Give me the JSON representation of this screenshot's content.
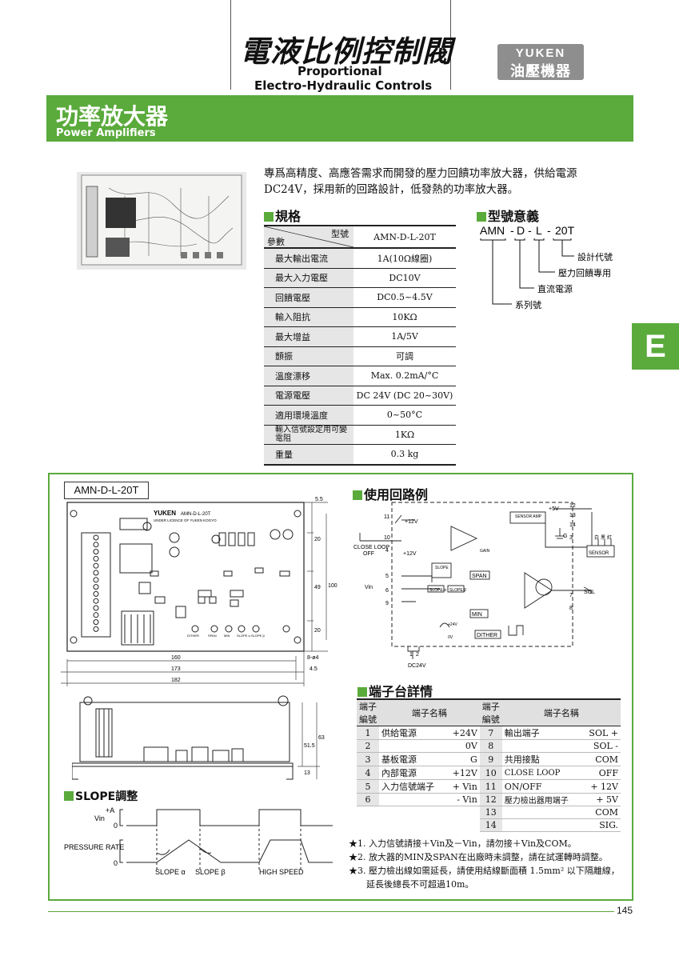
{
  "header": {
    "title_zh": "電液比例控制閥",
    "title_en_1": "Proportional",
    "title_en_2": "Electro-Hydraulic Controls",
    "logo_top": "YUKEN",
    "logo_bottom": "油壓機器"
  },
  "banner": {
    "title_zh": "功率放大器",
    "title_en": "Power Amplifiers"
  },
  "side_tab": "E",
  "intro": "專爲高精度、高應答需求而開發的壓力回饋功率放大器，供給電源DC24V，採用新的回路設計，低發熱的功率放大器。",
  "spec": {
    "heading": "規格",
    "header_param": "參數",
    "header_model": "型號",
    "header_value": "AMN-D-L-20T",
    "rows": [
      {
        "label": "最大輸出電流",
        "value": "1A(10Ω線圈)"
      },
      {
        "label": "最大入力電壓",
        "value": "DC10V"
      },
      {
        "label": "回饋電壓",
        "value": "DC0.5~4.5V"
      },
      {
        "label": "輸入阻抗",
        "value": "10KΩ"
      },
      {
        "label": "最大增益",
        "value": "1A/5V"
      },
      {
        "label": "顫振",
        "value": "可調"
      },
      {
        "label": "溫度漂移",
        "value": "Max. 0.2mA/°C"
      },
      {
        "label": "電源電壓",
        "value": "DC 24V (DC 20~30V)"
      },
      {
        "label": "適用環境溫度",
        "value": "0~50°C"
      },
      {
        "label": "輸入信號設定用可變電阻",
        "value": "1KΩ"
      },
      {
        "label": "重量",
        "value": "0.3 kg"
      }
    ]
  },
  "model_code": {
    "heading": "型號意義",
    "code_parts": [
      "AMN",
      "-",
      "D",
      "-",
      "L",
      "-",
      "20T"
    ],
    "labels": [
      "設計代號",
      "壓力回饋專用",
      "直流電源",
      "系列號"
    ]
  },
  "drawing": {
    "model": "AMN-D-L-20T",
    "dims": [
      "160",
      "173",
      "182",
      "8-ø4",
      "4.5",
      "5.5",
      "20",
      "49",
      "100",
      "20",
      "63",
      "51.5",
      "13"
    ],
    "board_brand": "YUKEN",
    "board_model": "AMN-D-L-20T",
    "board_sub": "UNDER LICENCE OF YUKEN KOGYO",
    "pot_labels": [
      "DITHER",
      "SPAN",
      "MIN",
      "SLOPE α",
      "SLOPE β"
    ]
  },
  "circuit": {
    "heading": "使用回路例",
    "labels": {
      "plus12v_a": "+12V",
      "plus12v_b": "+12V",
      "close_loop": "CLOSE LOOP",
      "off": "OFF",
      "gain": "GAIN",
      "slope": "SLOPE",
      "vin": "Vin",
      "span": "SPAN",
      "min": "MIN",
      "dither": "DITHER",
      "plus24v": "+24V",
      "zero_v": "0V",
      "dc24v": "DC24V",
      "sensor_amp": "SENSOR AMP",
      "plus5v": "+5V",
      "g": "G",
      "sol": "SOL",
      "sensor": "SENSOR",
      "wire_white": "白",
      "wire_black": "黑",
      "wire_red": "紅",
      "slope_a": "SLOPE α",
      "slope_b": "SLOPE β"
    },
    "terminals": [
      "11",
      "10",
      "4",
      "5",
      "6",
      "9",
      "1",
      "2",
      "12",
      "13",
      "14",
      "3",
      "7",
      "8"
    ]
  },
  "terminal_table": {
    "heading": "端子台詳情",
    "h_no": "端子編號",
    "h_name": "端子名稱",
    "left": [
      {
        "no": "1",
        "group": "供給電源",
        "sig": "+24V"
      },
      {
        "no": "2",
        "group": "",
        "sig": "0V"
      },
      {
        "no": "3",
        "group": "基板電源",
        "sig": "G"
      },
      {
        "no": "4",
        "group": "內部電源",
        "sig": "+12V"
      },
      {
        "no": "5",
        "group": "入力信號端子",
        "sig": "+ Vin"
      },
      {
        "no": "6",
        "group": "",
        "sig": "- Vin"
      }
    ],
    "right": [
      {
        "no": "7",
        "group": "輸出端子",
        "sig": "SOL +"
      },
      {
        "no": "8",
        "group": "",
        "sig": "SOL -"
      },
      {
        "no": "9",
        "group": "共用接點",
        "sig": "COM"
      },
      {
        "no": "10",
        "group": "CLOSE LOOP",
        "sig": "OFF"
      },
      {
        "no": "11",
        "group": "ON/OFF",
        "sig": "+ 12V"
      },
      {
        "no": "12",
        "group": "壓力檢出器用端子",
        "sig": "+ 5V"
      },
      {
        "no": "13",
        "group": "",
        "sig": "COM"
      },
      {
        "no": "14",
        "group": "",
        "sig": "SIG."
      }
    ]
  },
  "slope": {
    "heading": "SLOPE調整",
    "plus_a": "+A",
    "vin": "Vin",
    "zero_1": "0",
    "zero_2": "0",
    "pressure_rate": "PRESSURE RATE",
    "slope_a": "SLOPE α",
    "slope_b": "SLOPE β",
    "high_speed": "HIGH SPEED"
  },
  "notes": [
    "★1. 入力信號請接＋Vin及－Vin，請勿接＋Vin及COM。",
    "★2. 放大器的MIN及SPAN在出廠時未調整，請在試運轉時調整。",
    "★3. 壓力檢出線如需延長，請使用結線斷面積 1.5mm² 以下隔離線，",
    "延長後總長不可超過10m。"
  ],
  "page_number": "145"
}
